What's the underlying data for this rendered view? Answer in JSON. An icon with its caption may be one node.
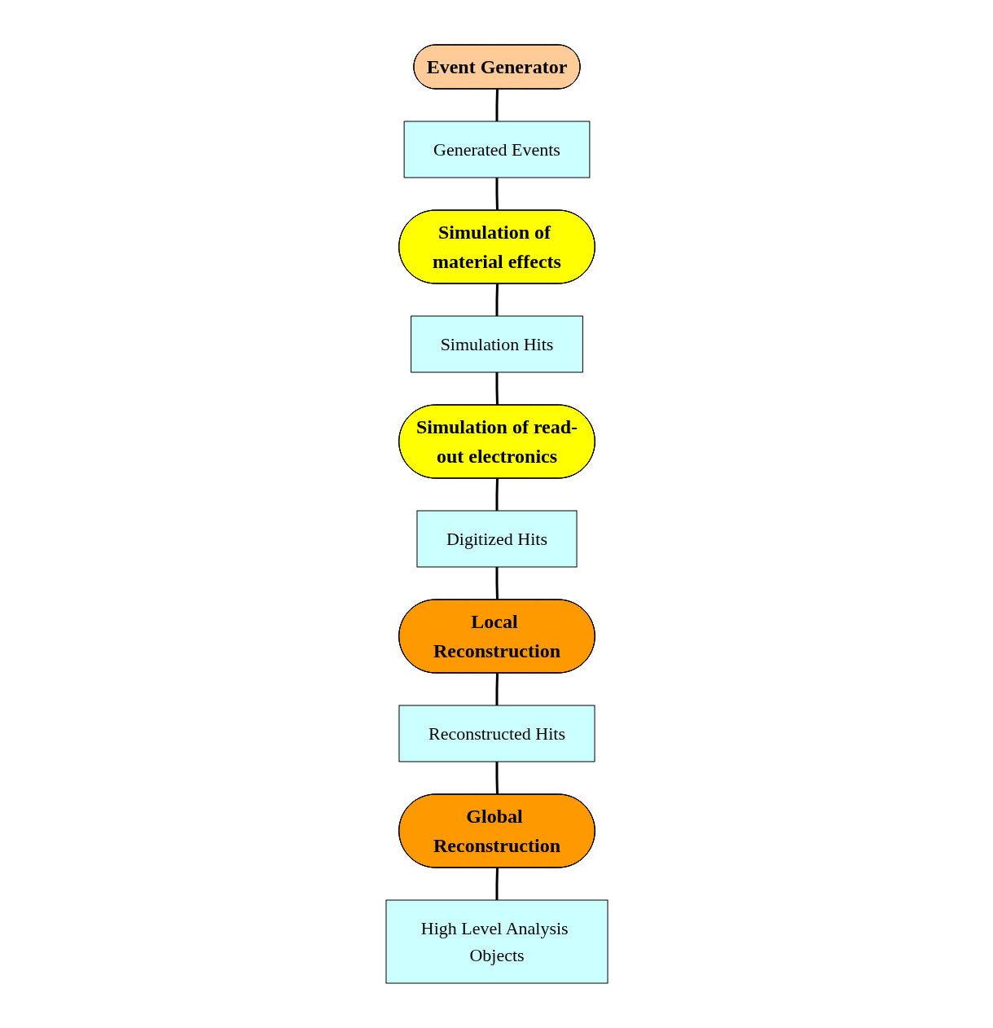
{
  "diagram": {
    "nodes": [
      {
        "text": [
          "Event Generator"
        ]
      },
      {
        "text": [
          "Generated Events"
        ]
      },
      {
        "text": [
          "Simulation of material effects"
        ]
      },
      {
        "text": [
          "Simulation Hits"
        ]
      },
      {
        "text": [
          "Simulation of read-out electronics"
        ]
      },
      {
        "text": [
          "Digitized Hits"
        ]
      },
      {
        "text": [
          "Local Reconstruction"
        ]
      },
      {
        "text": [
          "Reconstructed Hits"
        ]
      },
      {
        "text": [
          "Global Reconstruction"
        ]
      },
      {
        "text": [
          "High Level Analysis Objects"
        ]
      }
    ],
    "edges": [
      {
        "from": 0,
        "to": 1,
        "arrow": "none"
      },
      {
        "from": 1,
        "to": 2,
        "arrow": "none"
      },
      {
        "from": 2,
        "to": 3,
        "arrow": "none"
      },
      {
        "from": 3,
        "to": 4,
        "arrow": "none"
      },
      {
        "from": 4,
        "to": 5,
        "arrow": "none"
      },
      {
        "from": 5,
        "to": 6,
        "arrow": "none"
      },
      {
        "from": 6,
        "to": 7,
        "arrow": "none"
      },
      {
        "from": 7,
        "to": 8,
        "arrow": "none"
      },
      {
        "from": 8,
        "to": 9,
        "arrow": "none"
      }
    ]
  }
}
